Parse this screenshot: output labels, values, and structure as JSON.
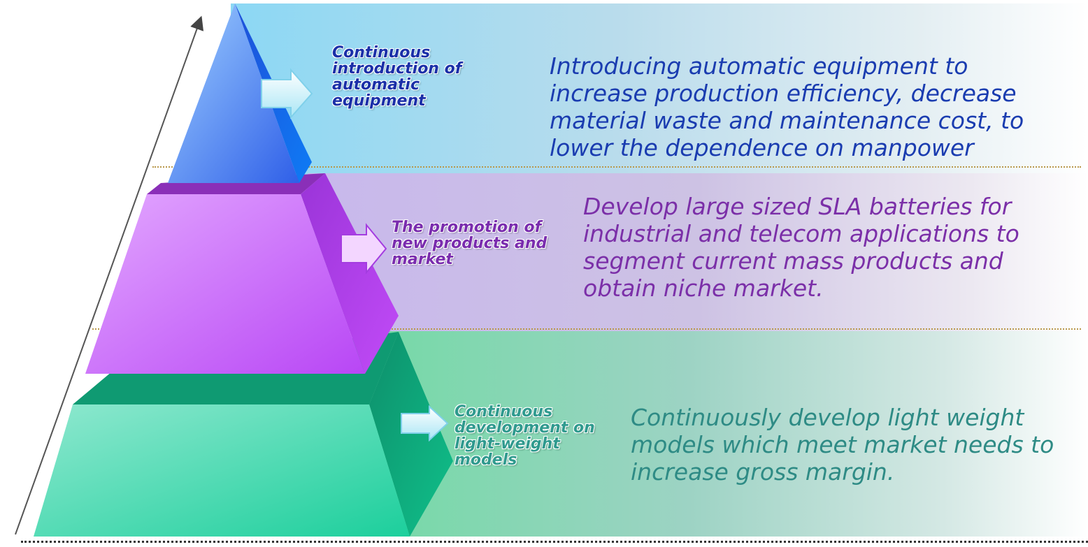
{
  "tiers": [
    {
      "label": "Continuous introduction of automatic equipment",
      "description": "Introducing automatic equipment to increase production efficiency, decrease material waste and maintenance cost, to lower the dependence on manpower",
      "color": "#2a6cf0"
    },
    {
      "label": "The promotion of new products and market",
      "description": "Develop large sized SLA batteries for industrial and telecom applications to segment current mass products and obtain niche market.",
      "color": "#b84af0"
    },
    {
      "label": "Continuous development on light-weight models",
      "description": "Continuously develop light weight models which meet market needs to increase gross margin.",
      "color": "#1fcf9a"
    }
  ]
}
